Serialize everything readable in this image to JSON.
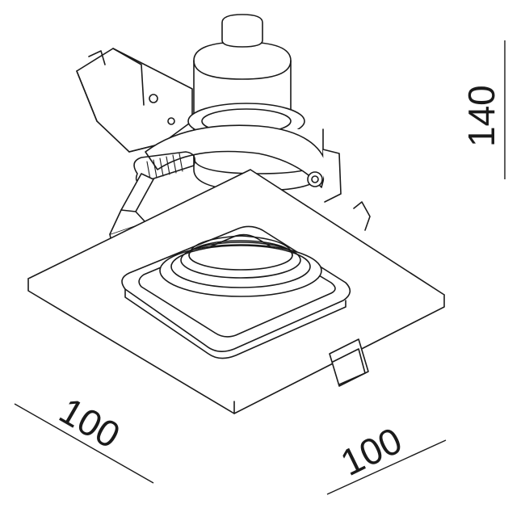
{
  "dimensions": {
    "height": "140",
    "width_left": "100",
    "width_right": "100"
  },
  "colors": {
    "stroke": "#1a1a1a",
    "background": "#ffffff"
  }
}
